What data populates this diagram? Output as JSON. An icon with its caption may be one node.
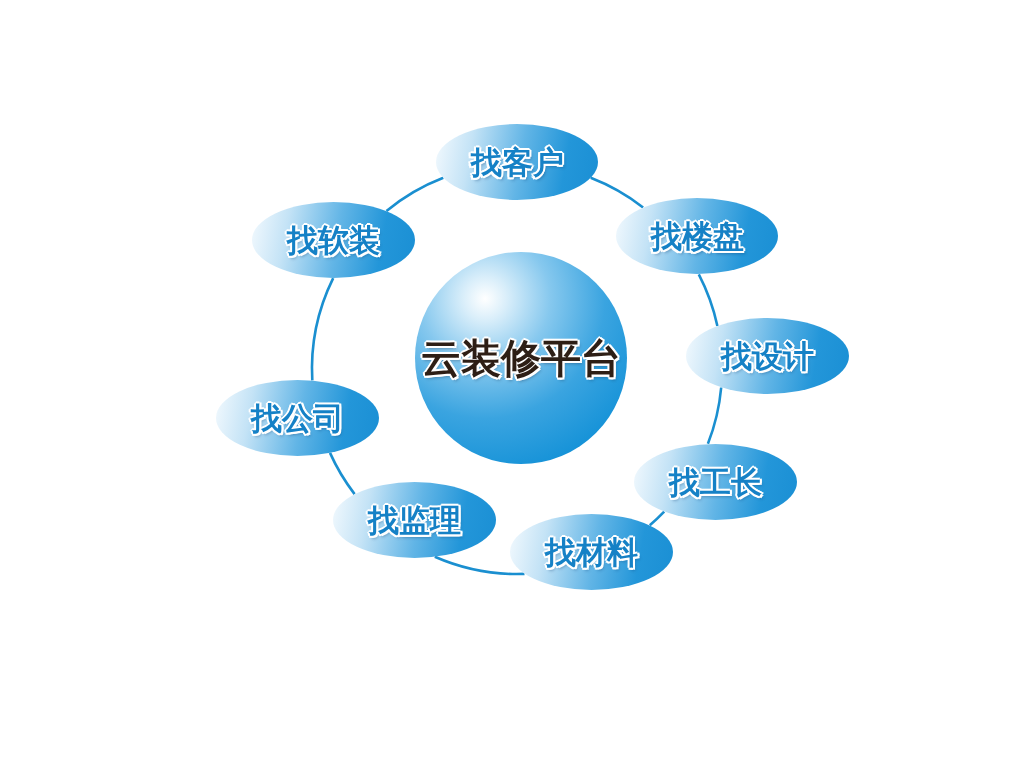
{
  "diagram": {
    "nodes": [
      {
        "text": [
          "云装修平台"
        ]
      },
      {
        "text": [
          "找客户"
        ]
      },
      {
        "text": [
          "找楼盘"
        ]
      },
      {
        "text": [
          "找设计"
        ]
      },
      {
        "text": [
          "找工长"
        ]
      },
      {
        "text": [
          "找材料"
        ]
      },
      {
        "text": [
          "找监理"
        ]
      },
      {
        "text": [
          "找公司"
        ]
      },
      {
        "text": [
          "找软装"
        ]
      }
    ],
    "edges": [
      {
        "from": 1,
        "to": 2,
        "arrow": "none"
      },
      {
        "from": 2,
        "to": 3,
        "arrow": "none"
      },
      {
        "from": 3,
        "to": 4,
        "arrow": "none"
      },
      {
        "from": 4,
        "to": 5,
        "arrow": "none"
      },
      {
        "from": 5,
        "to": 6,
        "arrow": "none"
      },
      {
        "from": 6,
        "to": 7,
        "arrow": "none"
      },
      {
        "from": 7,
        "to": 8,
        "arrow": "none"
      },
      {
        "from": 8,
        "to": 1,
        "arrow": "none"
      }
    ]
  }
}
